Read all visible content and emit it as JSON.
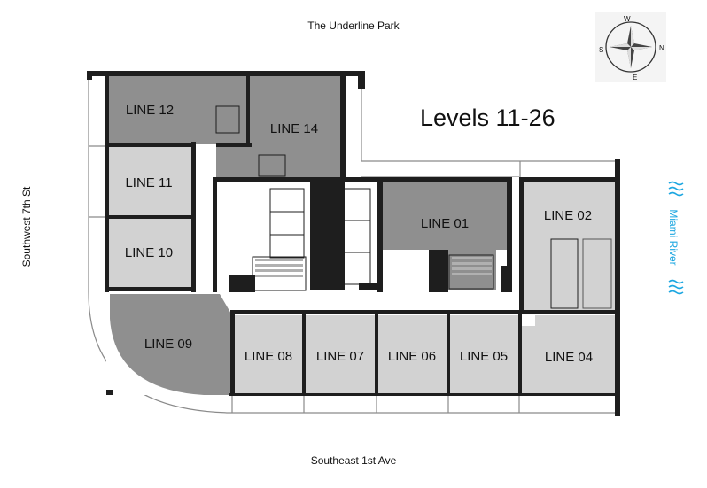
{
  "title": "Levels 11-26",
  "streets": {
    "top": "The Underline Park",
    "bottom": "Southeast 1st Ave",
    "left": "Southwest 7th St",
    "right": "Miami River"
  },
  "compass": {
    "w": "W",
    "n": "N",
    "s": "S",
    "e": "E"
  },
  "units": {
    "line01": "LINE 01",
    "line02": "LINE 02",
    "line04": "LINE 04",
    "line05": "LINE 05",
    "line06": "LINE 06",
    "line07": "LINE 07",
    "line08": "LINE 08",
    "line09": "LINE 09",
    "line10": "LINE 10",
    "line11": "LINE 11",
    "line12": "LINE 12",
    "line14": "LINE 14"
  },
  "colors": {
    "dark_unit": "#8f8f8f",
    "light_unit": "#d2d2d2",
    "walls": "#1e1e1e",
    "river_accent": "#1ea7e1"
  }
}
